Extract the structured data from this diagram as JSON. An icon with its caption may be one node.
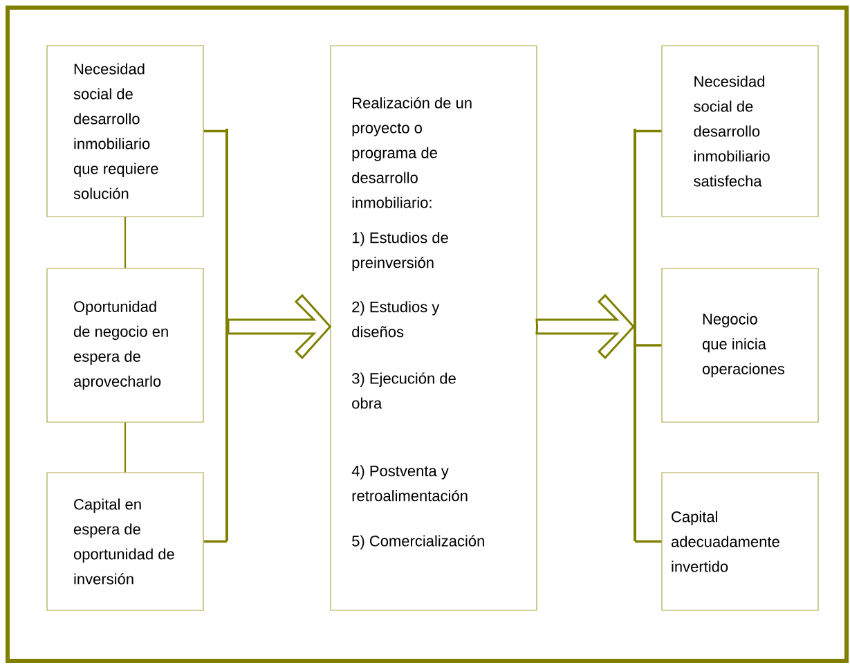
{
  "diagram": {
    "nodes": [
      {
        "text": [
          "Necesidad social de desarrollo inmobiliario que requiere solución"
        ]
      },
      {
        "text": [
          "Oportunidad de negocio en espera de aprovecharlo"
        ]
      },
      {
        "text": [
          "Capital en espera de oportunidad de inversión"
        ]
      },
      {
        "text": [],
        "shape": "bar"
      },
      {
        "text": [
          "Realización de un proyecto o programa de desarrollo inmobiliario:",
          "1) Estudios de preinversión",
          "2) Estudios y diseños",
          "3) Ejecución de obra",
          "4) Postventa y retroalimentación",
          "5) Comercialización"
        ]
      },
      {
        "text": [],
        "shape": "bar"
      },
      {
        "text": [
          "Necesidad social de desarrollo inmobiliario satisfecha"
        ]
      },
      {
        "text": [
          "Negocio que inicia operaciones"
        ]
      },
      {
        "text": [
          "Capital adecuadamente invertido"
        ]
      }
    ],
    "edges": [
      {
        "from": 0,
        "to": 1,
        "arrow": "none"
      },
      {
        "from": 1,
        "to": 2,
        "arrow": "none"
      },
      {
        "from": 0,
        "to": 3,
        "arrow": "none"
      },
      {
        "from": 2,
        "to": 3,
        "arrow": "none"
      },
      {
        "from": 3,
        "to": 4,
        "arrow": "to"
      },
      {
        "from": 4,
        "to": 5,
        "arrow": "to"
      },
      {
        "from": 5,
        "to": 6,
        "arrow": "none"
      },
      {
        "from": 5,
        "to": 7,
        "arrow": "none"
      },
      {
        "from": 5,
        "to": 8,
        "arrow": "none"
      }
    ]
  }
}
